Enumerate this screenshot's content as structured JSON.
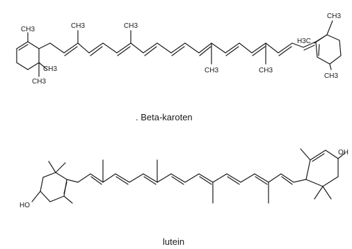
{
  "molecules": [
    {
      "caption": ". Beta-karoten",
      "left_ring": {
        "methyl_top": "CH3",
        "gem_dimethyl_a": "CH3",
        "gem_dimethyl_b": "CH3"
      },
      "chain_methyls": [
        "CH3",
        "CH3",
        "CH3",
        "CH3"
      ],
      "right_ring": {
        "gem_dimethyl_top": "CH3",
        "gem_dimethyl_left": "H3C",
        "methyl_bottom": "CH3"
      }
    },
    {
      "caption": "lutein",
      "left_hydroxyl": "HO",
      "right_hydroxyl": "OH"
    }
  ]
}
